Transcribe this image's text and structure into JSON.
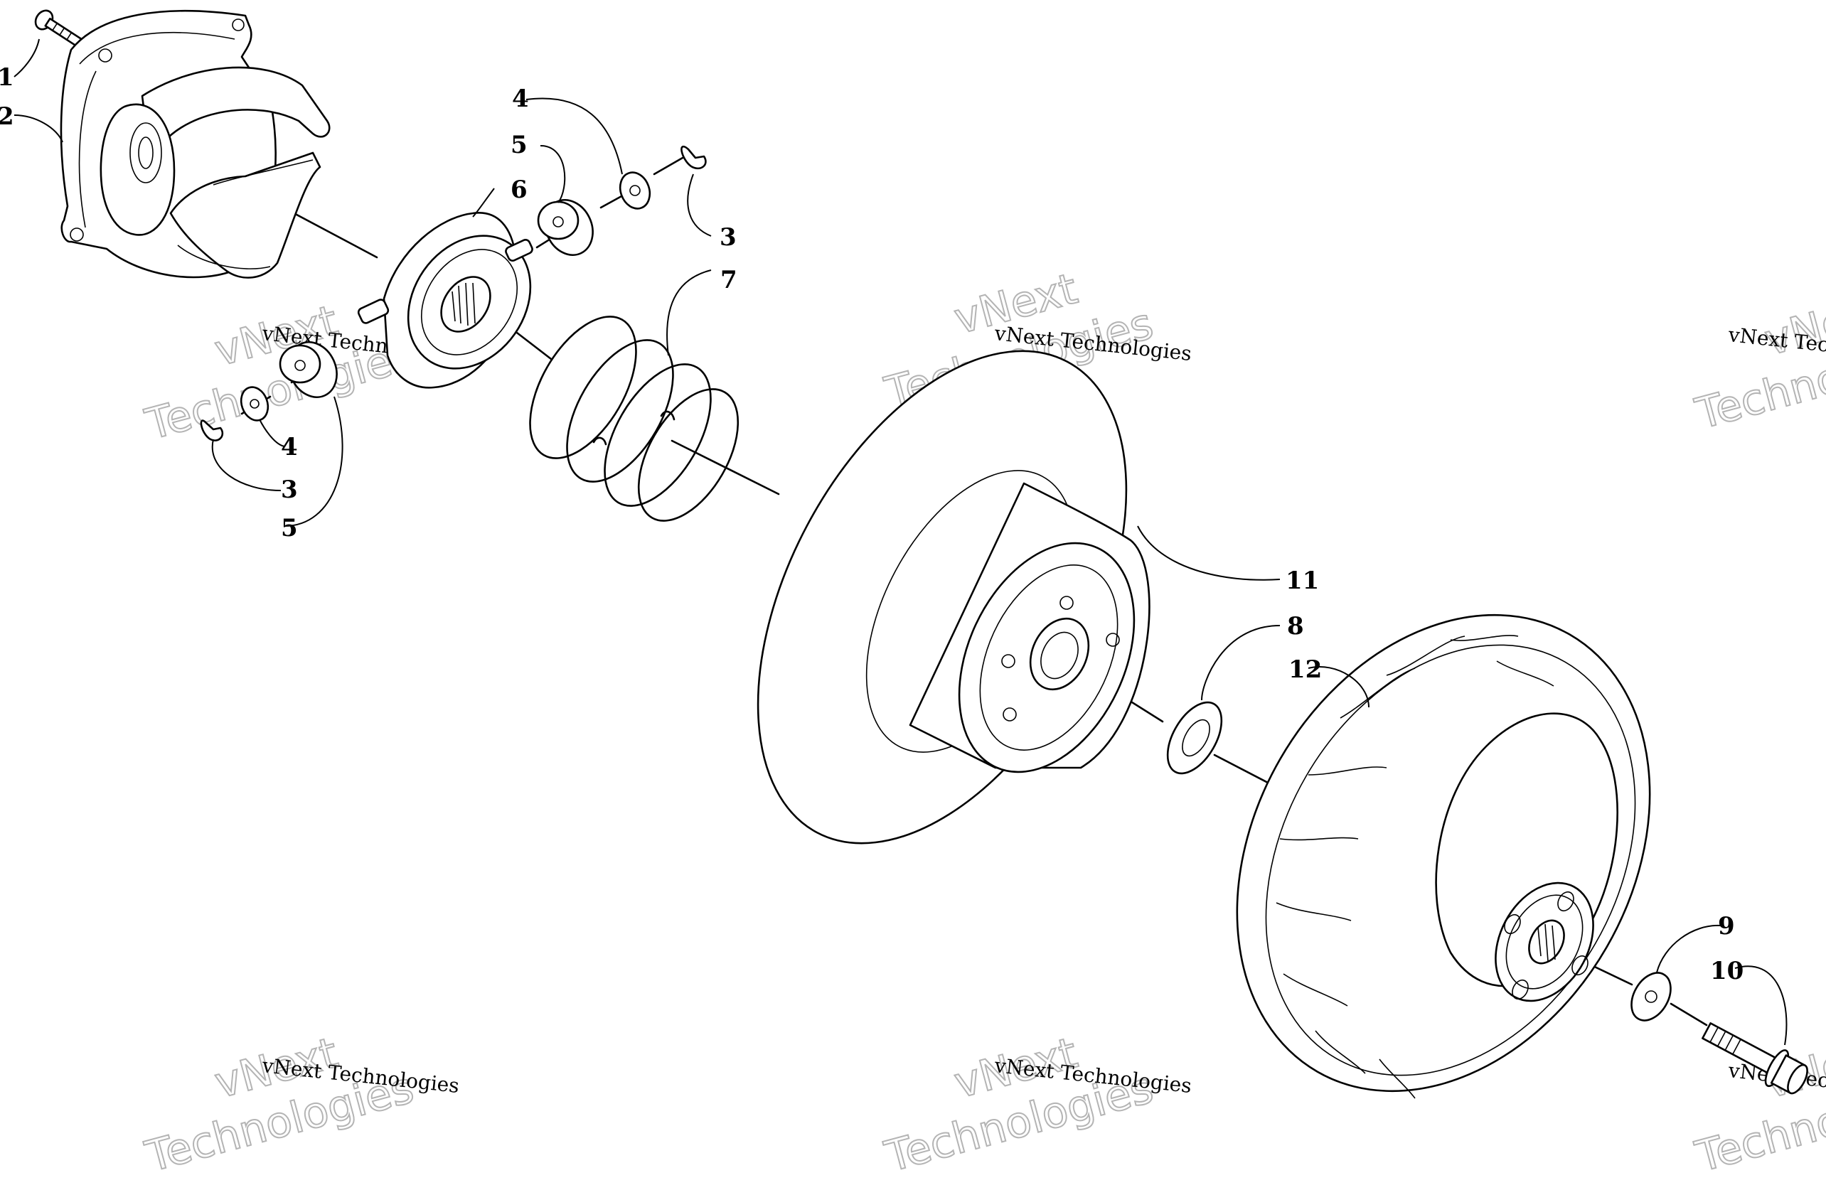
{
  "callouts": [
    "1",
    "2",
    "3",
    "4",
    "5",
    "6",
    "7",
    "8",
    "9",
    "10",
    "11",
    "12"
  ],
  "watermark": {
    "line1": "vNext Technologies",
    "line2a": "vNext",
    "line2b": "Technologies"
  }
}
